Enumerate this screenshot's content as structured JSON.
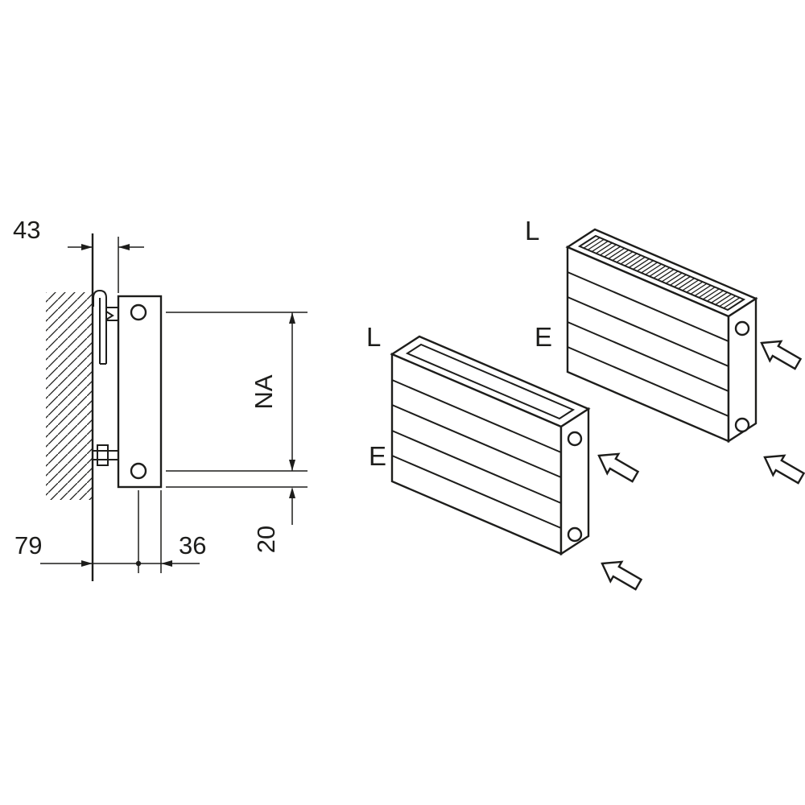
{
  "drawing": {
    "dimensions": {
      "wall_offset": "43",
      "hub_distance": "NA",
      "wall_to_axis": "79",
      "axis_to_front": "36",
      "axis_to_bottom": "20"
    },
    "units": {
      "front": {
        "length_label": "L",
        "entry_label": "E"
      },
      "back": {
        "length_label": "L",
        "entry_label": "E"
      }
    },
    "colors": {
      "line": "#1d1d1b",
      "background": "#ffffff"
    }
  }
}
